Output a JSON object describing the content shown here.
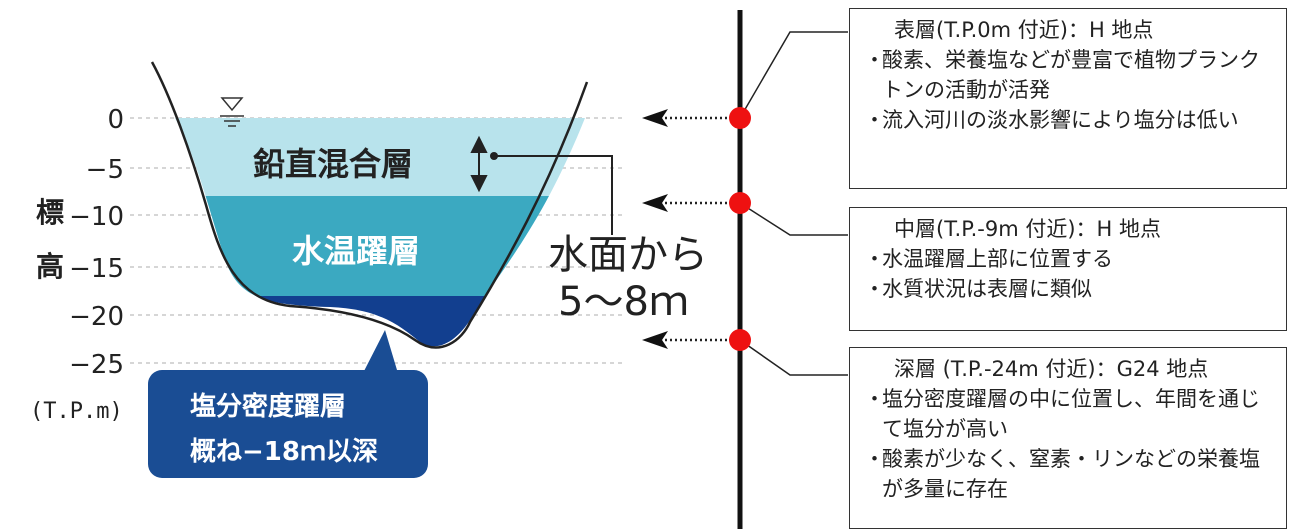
{
  "diagram": {
    "axis_label_chars": [
      "標",
      "高"
    ],
    "axis_ticks": [
      "0",
      "−5",
      "−10",
      "−15",
      "−20",
      "−25"
    ],
    "axis_unit": "(T.P.m)",
    "layers": {
      "mixed": "鉛直混合層",
      "thermocline": "水温躍層"
    },
    "annotation": [
      "水面から",
      "5～8ｍ"
    ],
    "halocline_callout": [
      "塩分密度躍層",
      "概ね−18ｍ以深"
    ],
    "colors": {
      "mixed_layer": "#b8e3ec",
      "thermocline_layer": "#3ba9c1",
      "halocline_layer": "#123f8f",
      "callout_bg": "#1a4d94",
      "marker": "#ee1111"
    }
  },
  "boxes": {
    "surface": {
      "title": "表層(T.P.0m 付近)：H 地点",
      "bullets": [
        "酸素、栄養塩などが豊富で植物プランクトンの活動が活発",
        "流入河川の淡水影響により塩分は低い"
      ]
    },
    "middle": {
      "title": "中層(T.P.-9m 付近)：H 地点",
      "bullets": [
        "水温躍層上部に位置する",
        "水質状況は表層に類似"
      ]
    },
    "deep": {
      "title": "深層 (T.P.-24m 付近)：G24 地点",
      "bullets": [
        "塩分密度躍層の中に位置し、年間を通じて塩分が高い",
        "酸素が少なく、窒素・リンなどの栄養塩が多量に存在"
      ]
    }
  }
}
